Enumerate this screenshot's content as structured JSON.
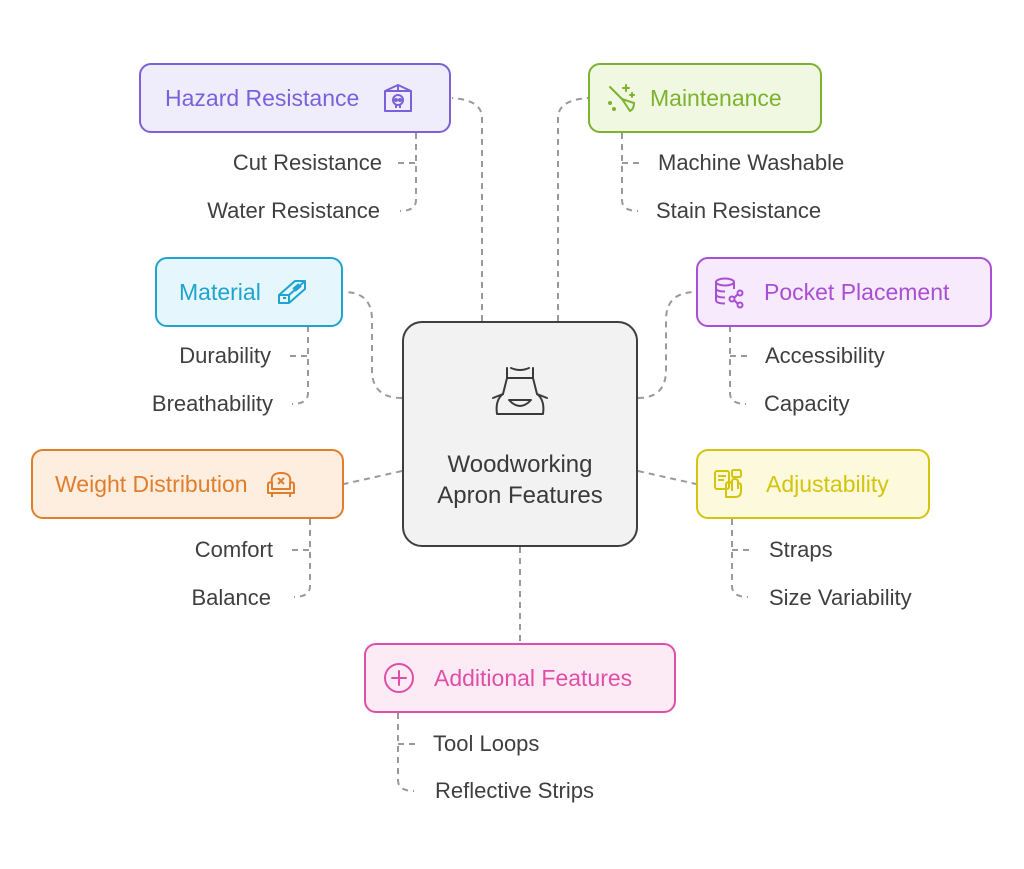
{
  "center": {
    "title": "Woodworking Apron Features",
    "icon": "apron-icon"
  },
  "branches": {
    "hazard": {
      "label": "Hazard Resistance",
      "icon": "skull-box-icon",
      "color": "#7b61d9",
      "bg": "#efedfc",
      "items": [
        "Cut Resistance",
        "Water Resistance"
      ]
    },
    "maintenance": {
      "label": "Maintenance",
      "icon": "broom-sparkle-icon",
      "color": "#7cb22e",
      "bg": "#f0f8e2",
      "items": [
        "Machine Washable",
        "Stain Resistance"
      ]
    },
    "material": {
      "label": "Material",
      "icon": "fabric-block-icon",
      "color": "#1fa3cf",
      "bg": "#e5f6fc",
      "items": [
        "Durability",
        "Breathability"
      ]
    },
    "pocket": {
      "label": "Pocket Placement",
      "icon": "database-share-icon",
      "color": "#a94fd3",
      "bg": "#f6eafc",
      "items": [
        "Accessibility",
        "Capacity"
      ]
    },
    "weight": {
      "label": "Weight Distribution",
      "icon": "armchair-icon",
      "color": "#e07e2c",
      "bg": "#fdeedf",
      "items": [
        "Comfort",
        "Balance"
      ]
    },
    "adjust": {
      "label": "Adjustability",
      "icon": "hand-adjust-icon",
      "color": "#d4c40e",
      "bg": "#fcf9dd",
      "items": [
        "Straps",
        "Size Variability"
      ]
    },
    "additional": {
      "label": "Additional Features",
      "icon": "plus-circle-icon",
      "color": "#e04fa7",
      "bg": "#fcebf5",
      "items": [
        "Tool Loops",
        "Reflective Strips"
      ]
    }
  }
}
